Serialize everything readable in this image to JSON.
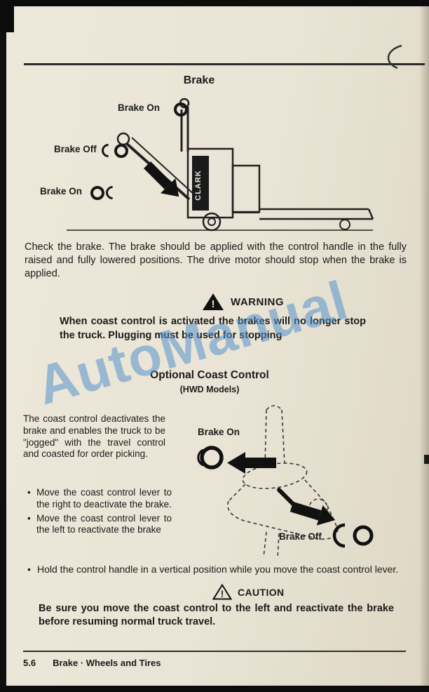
{
  "watermark": "AutoManual",
  "title": "Brake",
  "diagram1": {
    "brake_on_top": "Brake On",
    "brake_off": "Brake Off",
    "brake_on_bottom": "Brake On",
    "truck_logo": "CLARK"
  },
  "body": {
    "check_paragraph": "Check the brake. The brake should be applied with the control handle in the fully raised and fully lowered positions. The drive motor should stop when the brake is applied."
  },
  "warning": {
    "label": "WARNING",
    "text": "When coast control is activated the brakes will no longer stop the truck. Plugging must be used for stopping"
  },
  "coast_section": {
    "heading": "Optional Coast Control",
    "subheading": "(HWD Models)",
    "intro": "The coast control deactivates the brake and enables the truck to be \"jogged\" with the travel control and coasted for order picking.",
    "bullets": [
      "Move the coast control lever to the right to deactivate the brake.",
      "Move the coast control lever to the left to reactivate the brake",
      "Hold the control handle in a vertical position while you move the coast control lever."
    ],
    "bullet_marker": "•"
  },
  "diagram2": {
    "brake_on": "Brake On",
    "brake_off": "Brake Off"
  },
  "caution": {
    "label": "CAUTION",
    "text": "Be sure you move the coast control to the left and reactivate the brake before resuming normal truck travel."
  },
  "footer": {
    "page_number": "5.6",
    "text": "Brake · Wheels and Tires"
  }
}
